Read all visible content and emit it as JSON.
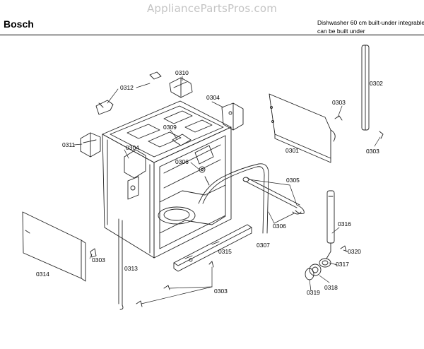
{
  "header": {
    "watermark": "AppliancePartsPros.com",
    "brand": "Bosch",
    "description_line1": "Dishwasher 60 cm built-under integrable",
    "description_line2": "can be built under"
  },
  "parts": {
    "p0302": "0302",
    "p0303a": "0303",
    "p0303b": "0303",
    "p0303c": "0303",
    "p0303d": "0303",
    "p0301": "0301",
    "p0304a": "0304",
    "p0304b": "0304",
    "p0305": "0305",
    "p0306a": "0306",
    "p0306b": "0306",
    "p0307": "0307",
    "p0309": "0309",
    "p0310": "0310",
    "p0311": "0311",
    "p0312": "0312",
    "p0313": "0313",
    "p0314": "0314",
    "p0315": "0315",
    "p0316": "0316",
    "p0317": "0317",
    "p0318": "0318",
    "p0319": "0319",
    "p0320": "0320"
  },
  "colors": {
    "line": "#222222",
    "watermark": "#c4c4c4",
    "background": "#ffffff"
  }
}
